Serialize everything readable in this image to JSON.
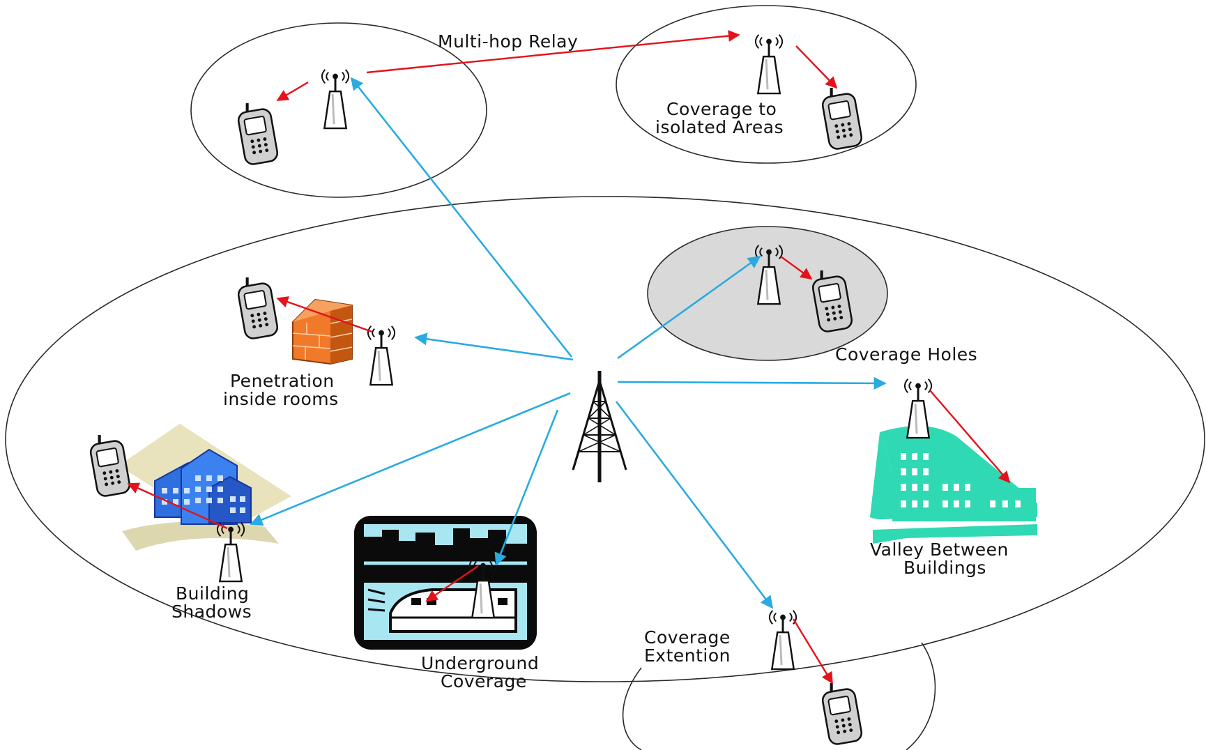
{
  "labels": {
    "multi_hop_relay": "Multi-hop Relay",
    "isolated_areas_line1": "Coverage to",
    "isolated_areas_line2": "isolated Areas",
    "coverage_holes": "Coverage Holes",
    "penetration_line1": "Penetration",
    "penetration_line2": "inside rooms",
    "building_shadows_line1": "Building",
    "building_shadows_line2": "Shadows",
    "underground_line1": "Underground",
    "underground_line2": "Coverage",
    "valley_line1": "Valley Between",
    "valley_line2": "Buildings",
    "extension_line1": "Coverage",
    "extension_line2": "Extention"
  },
  "colors": {
    "base_station_link": "#29aae1",
    "relay_link": "#e3121b",
    "coverage_hole_fill": "#d9d9d9",
    "wall": "#f07a2a",
    "blue_buildings": "#2f6fe0",
    "teal_buildings": "#2fd9b3",
    "underground_sky": "#a8e6f2"
  },
  "icons": [
    "base-station-tower-icon",
    "relay-station-icon",
    "mobile-phone-icon",
    "brick-wall-icon",
    "city-buildings-icon",
    "train-tunnel-icon",
    "teal-buildings-icon"
  ]
}
